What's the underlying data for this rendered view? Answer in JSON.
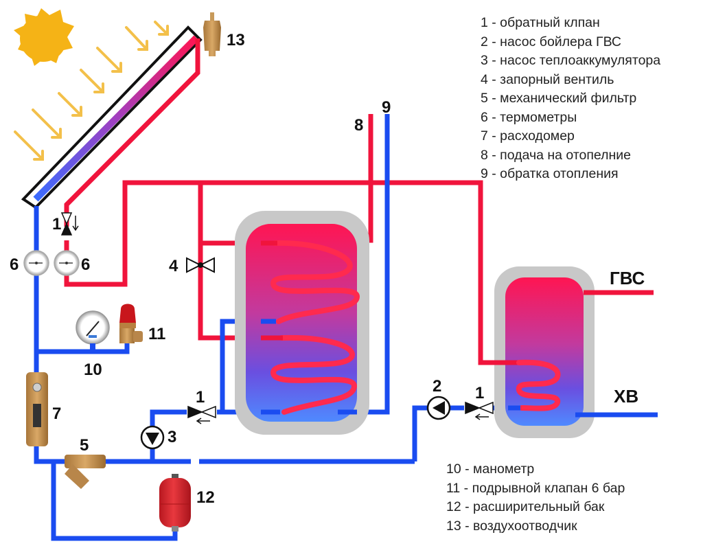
{
  "title": "Схема подключения солнечного коллектора с теплоаккумулятором и бойлером ГВС",
  "colors": {
    "hot_pipe": "#f0143c",
    "cold_pipe": "#1a4cf0",
    "sun": "#f5b316",
    "tank_insulation": "#c8c8c8",
    "brass": "#b8864a",
    "expansion_tank": "#d9262c"
  },
  "labels": {
    "check_valve_collector": "1",
    "check_valve_accumulator": "1",
    "check_valve_boiler": "1",
    "pump_boiler": "2",
    "pump_accumulator": "3",
    "shutoff_valve": "4",
    "filter": "5",
    "thermometer_left": "6",
    "thermometer_right": "6",
    "flowmeter": "7",
    "heating_supply": "8",
    "heating_return": "9",
    "manometer": "10",
    "safety_valve": "11",
    "expansion_tank": "12",
    "air_vent": "13",
    "hot_water_out": "ГВС",
    "cold_water_in": "ХВ"
  },
  "legend_top": [
    "1 - обратный клпан",
    "2 - насос бойлера ГВС",
    "3 - насос теплоаккумулятора",
    "4 - запорный вентиль",
    "5 - механический фильтр",
    "6 - термометры",
    "7 - расходомер",
    "8 - подача на отопелние",
    "9 - обратка отопления"
  ],
  "legend_bottom": [
    "10 - манометр",
    "11 - подрывной клапан 6 бар",
    "12 - расширительный бак",
    "13 - воздухоотводчик"
  ],
  "icons": {
    "sun": "sun-icon",
    "sun_rays": "arrow-down-right-icon",
    "check_valve": "check-valve-icon",
    "pump": "circulation-pump-icon",
    "shutoff_valve": "gate-valve-icon",
    "thermometer": "thermometer-gauge-icon",
    "manometer": "pressure-gauge-icon",
    "safety_valve": "safety-valve-icon",
    "flowmeter": "flowmeter-icon",
    "filter": "y-strainer-icon",
    "expansion_tank": "expansion-tank-icon",
    "air_vent": "air-vent-icon"
  }
}
